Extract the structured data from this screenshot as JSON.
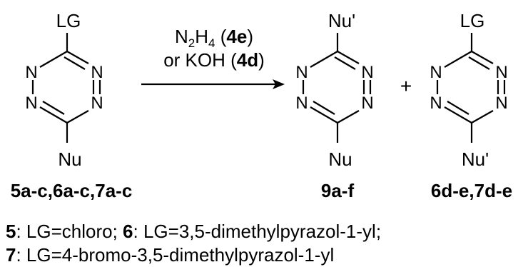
{
  "reagents": {
    "line1": {
      "prefix": "N",
      "sub1": "2",
      "mid": "H",
      "sub2": "4",
      "open": " (",
      "bold": "4e",
      "close": ")"
    },
    "line2": {
      "prefix": "or KOH (",
      "bold": "4d",
      "close": ")"
    },
    "plus": "+"
  },
  "starting_material": {
    "top_group": "LG",
    "bottom_group": "Nu",
    "ring_atoms": [
      "N",
      "N",
      "N",
      "N"
    ],
    "label": "5a-c,6a-c,7a-c"
  },
  "product_1": {
    "top_group": "Nu'",
    "bottom_group": "Nu",
    "ring_atoms": [
      "N",
      "N",
      "N",
      "N"
    ],
    "label": "9a-f"
  },
  "product_2": {
    "top_group": "LG",
    "bottom_group": "Nu'",
    "ring_atoms": [
      "N",
      "N",
      "N",
      "N"
    ],
    "label": "6d-e,7d-e"
  },
  "legend": {
    "line1": [
      {
        "bold": "5",
        "text": ": LG=chloro; "
      },
      {
        "bold": "6",
        "text": ": LG=3,5-dimethylpyrazol-1-yl;"
      }
    ],
    "line2": [
      {
        "bold": "7",
        "text": ": LG=4-bromo-3,5-dimethylpyrazol-1-yl"
      }
    ]
  }
}
